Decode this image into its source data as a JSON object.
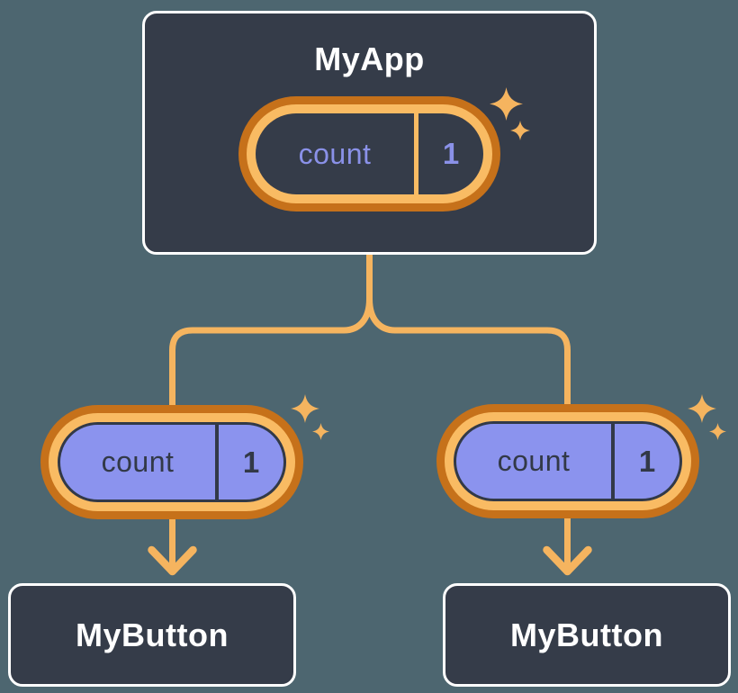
{
  "diagram": {
    "root": {
      "title": "MyApp",
      "state": {
        "name": "count",
        "value": "1"
      }
    },
    "children": [
      {
        "title": "MyButton",
        "state": {
          "name": "count",
          "value": "1"
        }
      },
      {
        "title": "MyButton",
        "state": {
          "name": "count",
          "value": "1"
        }
      }
    ]
  },
  "icons": {
    "sparkle": "sparkle-icon",
    "arrow": "arrow-down"
  },
  "colors": {
    "background": "#4d6670",
    "node_fill": "#353c49",
    "node_border": "#ffffff",
    "node_text": "#ffffff",
    "ring_dark_orange": "#c6711a",
    "ring_light_orange": "#f9bb63",
    "connector_orange": "#f5b45f",
    "state_purple_fill": "#8b93ee",
    "state_purple_text": "#8a91e8",
    "state_dark_text": "#323947"
  }
}
